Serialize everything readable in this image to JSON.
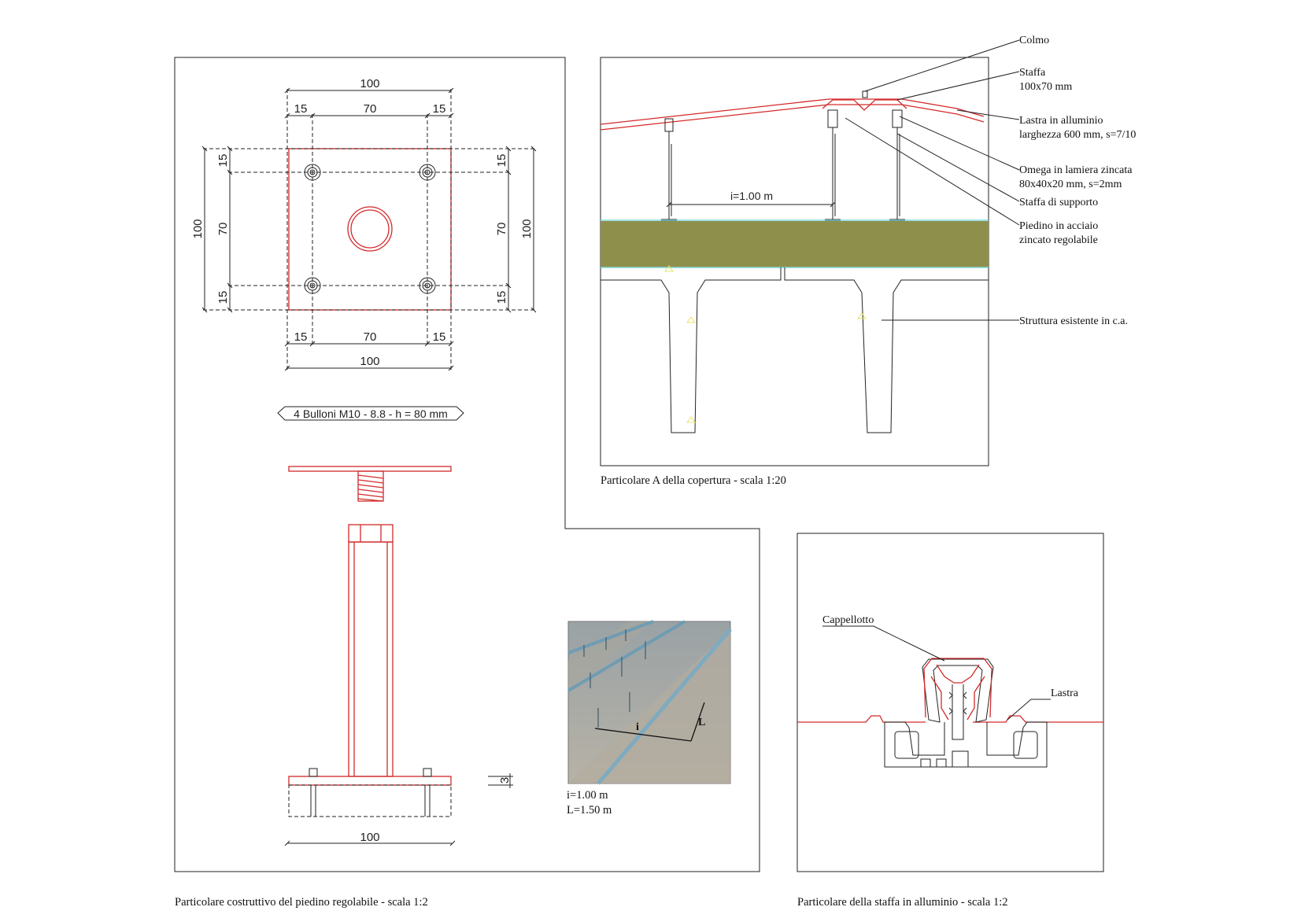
{
  "plate_detail": {
    "dim_top_total": "100",
    "dim_top_left": "15",
    "dim_top_mid": "70",
    "dim_top_right": "15",
    "dim_bottom_left": "15",
    "dim_bottom_mid": "70",
    "dim_bottom_right": "15",
    "dim_bottom_total": "100",
    "dim_left_total": "100",
    "dim_left_top": "15",
    "dim_left_mid": "70",
    "dim_left_bottom": "15",
    "dim_right_top": "15",
    "dim_right_mid": "70",
    "dim_right_bottom": "15",
    "dim_right_total": "100",
    "bolts_label": "4 Bulloni M10 - 8.8 - h = 80 mm"
  },
  "foot_elevation": {
    "dim_base_width": "100",
    "dim_thickness": "3",
    "caption": "Particolare costruttivo del piedino regolabile - scala 1:2"
  },
  "photo": {
    "mark_i": "i",
    "mark_L": "L",
    "line_i": "i=1.00 m",
    "line_L": "L=1.50 m"
  },
  "section_A": {
    "spacing_label": "i=1.00 m",
    "caption": "Particolare A della copertura - scala 1:20",
    "callouts": {
      "colmo": "Colmo",
      "staffa_1": "Staffa",
      "staffa_2": "100x70 mm",
      "lastra_1": "Lastra in alluminio",
      "lastra_2": "larghezza 600 mm, s=7/10",
      "omega_1": "Omega in lamiera zincata",
      "omega_2": "80x40x20 mm, s=2mm",
      "staffa_supporto": "Staffa di supporto",
      "piedino_1": "Piedino in acciaio",
      "piedino_2": "zincato regolabile",
      "struttura": "Struttura esistente in c.a."
    }
  },
  "bracket_detail": {
    "cappellotto": "Cappellotto",
    "lastra": "Lastra",
    "caption": "Particolare della staffa in alluminio - scala 1:2"
  },
  "colors": {
    "drawing_red": "#d42a2a",
    "insulation_olive": "#8f8f4c",
    "sky_cyan": "#7fd6d6"
  }
}
